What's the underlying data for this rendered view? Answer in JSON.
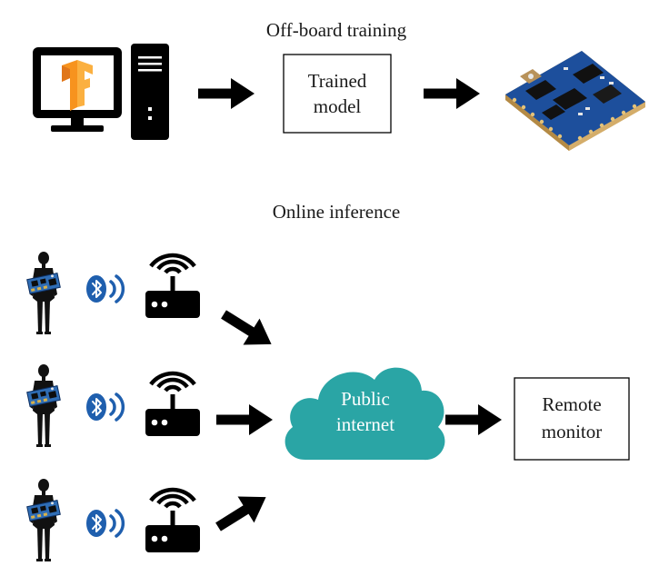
{
  "training": {
    "heading": "Off-board training",
    "model_box": {
      "line1": "Trained",
      "line2": "model"
    },
    "framework_icon": "tensorflow-logo-icon",
    "computer_icon": "desktop-computer-icon",
    "board_icon": "sensor-board-icon"
  },
  "inference": {
    "heading": "Online inference",
    "cloud": {
      "line1": "Public",
      "line2": "internet"
    },
    "monitor_box": {
      "line1": "Remote",
      "line2": "monitor"
    },
    "wearer_icon": "person-with-sensor-icon",
    "bluetooth_icon": "bluetooth-icon",
    "router_icon": "wireless-router-icon"
  },
  "colors": {
    "cloud": "#2aa5a5",
    "arrow": "#000000",
    "monitor_screen": "#ffffff",
    "tf_orange": "#f7931e",
    "bluetooth": "#1f5fae",
    "board": "#1d4f9c"
  }
}
